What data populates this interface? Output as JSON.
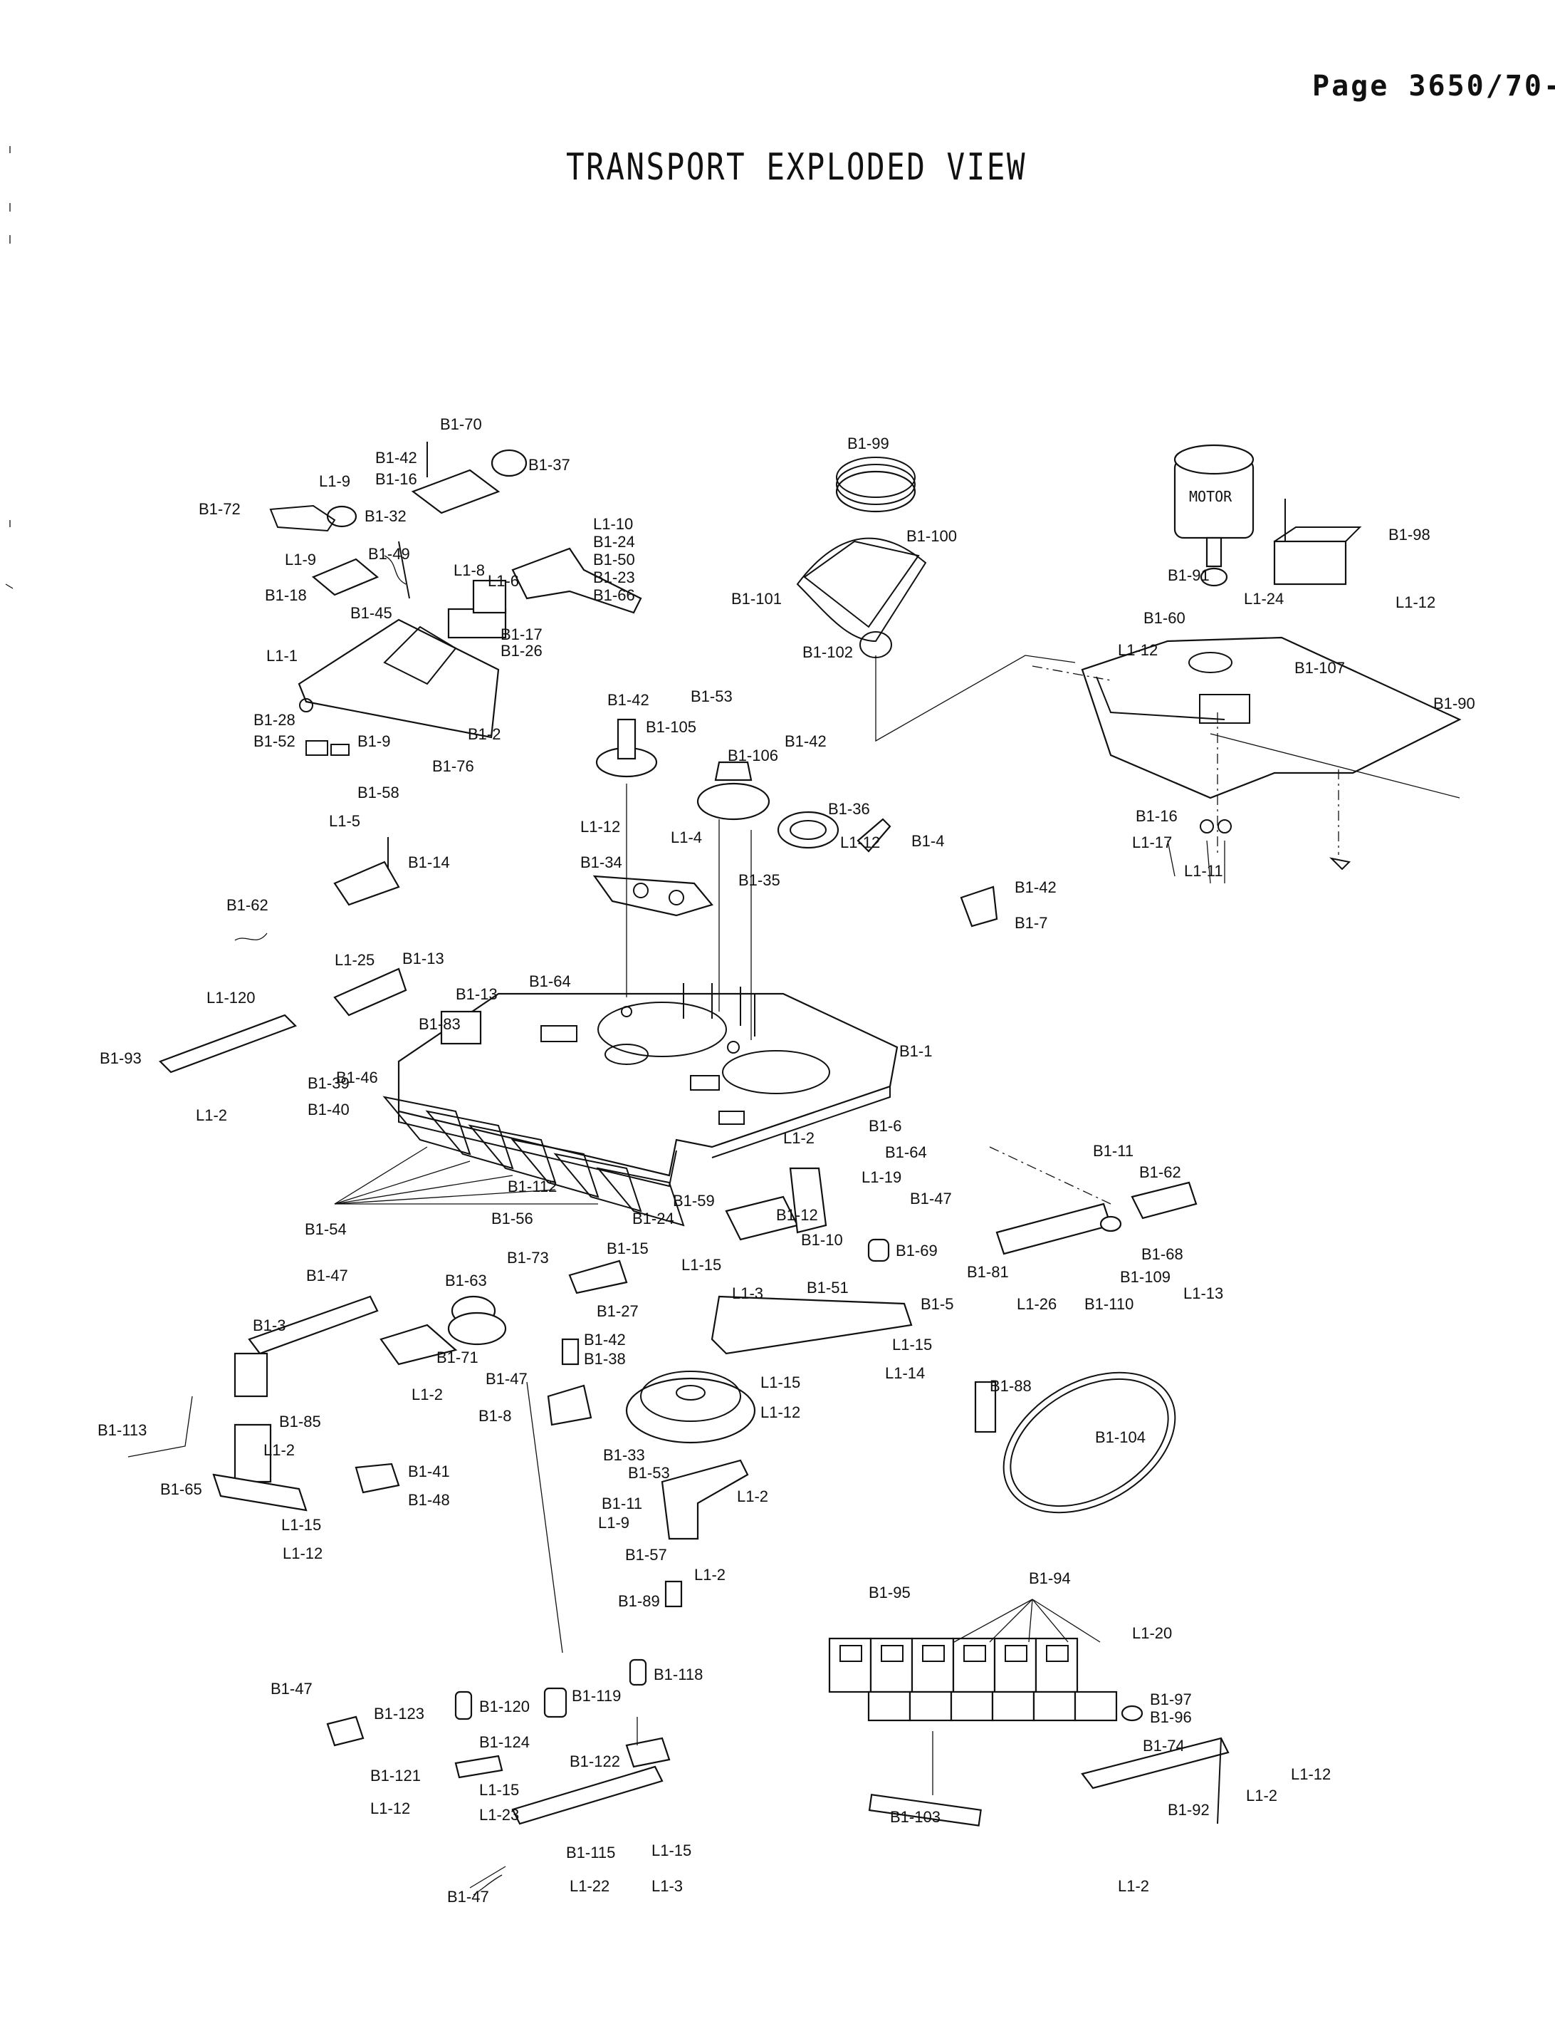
{
  "page_number": "Page 3650/70-",
  "title": "TRANSPORT EXPLODED VIEW",
  "motor_label": "MOTOR",
  "callouts": [
    "B1-70",
    "B1-42",
    "B1-37",
    "B1-16",
    "L1-9",
    "B1-72",
    "B1-32",
    "L1-10",
    "B1-24",
    "L1-9",
    "B1-49",
    "B1-50",
    "L1-8",
    "L1-6",
    "B1-23",
    "B1-66",
    "B1-18",
    "B1-45",
    "B1-17",
    "B1-26",
    "L1-1",
    "B1-28",
    "B1-52",
    "B1-9",
    "B1-2",
    "B1-76",
    "B1-58",
    "L1-5",
    "B1-99",
    "B1-100",
    "B1-101",
    "B1-102",
    "B1-42",
    "B1-105",
    "B1-53",
    "B1-106",
    "B1-42",
    "B1-36",
    "L1-12",
    "L1-4",
    "B1-34",
    "B1-35",
    "L1-12",
    "B1-4",
    "B1-42",
    "B1-7",
    "B1-14",
    "B1-62",
    "B1-91",
    "L1-24",
    "B1-98",
    "B1-60",
    "L1-12",
    "B1-107",
    "B1-90",
    "L1-12",
    "B1-16",
    "L1-17",
    "L1-11",
    "L1-25",
    "B1-13",
    "B1-64",
    "L1-120",
    "B1-13",
    "B1-83",
    "B1-93",
    "L1-2",
    "B1-46",
    "B1-39",
    "B1-40",
    "B1-1",
    "B1-6",
    "B1-64",
    "L1-19",
    "L1-2",
    "B1-112",
    "B1-54",
    "B1-56",
    "B1-24",
    "B1-59",
    "B1-12",
    "B1-73",
    "B1-15",
    "B1-10",
    "L1-15",
    "L1-3",
    "B1-27",
    "B1-51",
    "B1-69",
    "B1-47",
    "B1-11",
    "B1-62",
    "B1-81",
    "B1-68",
    "B1-109",
    "L1-26",
    "B1-110",
    "L1-13",
    "B1-47",
    "B1-63",
    "B1-3",
    "B1-71",
    "L1-2",
    "B1-42",
    "B1-38",
    "B1-5",
    "L1-15",
    "L1-14",
    "B1-47",
    "B1-8",
    "L1-15",
    "L1-12",
    "B1-88",
    "B1-113",
    "B1-85",
    "L1-2",
    "B1-41",
    "B1-65",
    "B1-48",
    "L1-15",
    "L1-12",
    "B1-33",
    "B1-53",
    "B1-11",
    "L1-9",
    "L1-2",
    "B1-57",
    "L1-2",
    "B1-89",
    "B1-104",
    "B1-95",
    "B1-94",
    "L1-20",
    "B1-97",
    "B1-96",
    "B1-74",
    "L1-12",
    "L1-2",
    "B1-92",
    "B1-103",
    "L1-2",
    "B1-47",
    "B1-123",
    "B1-121",
    "L1-12",
    "B1-120",
    "B1-124",
    "L1-15",
    "L1-23",
    "B1-119",
    "B1-118",
    "B1-122",
    "B1-115",
    "L1-22",
    "L1-15",
    "L1-3",
    "B1-47"
  ]
}
